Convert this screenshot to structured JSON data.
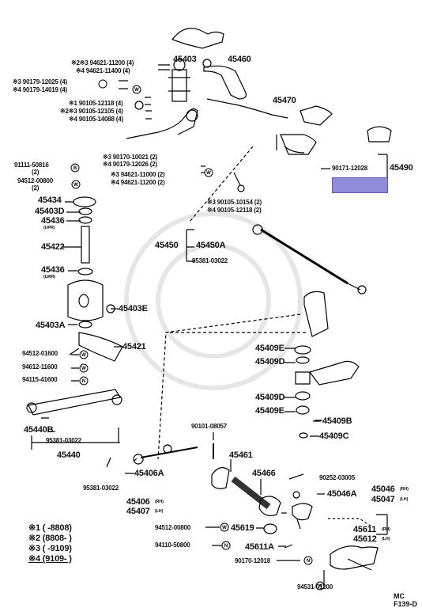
{
  "diagram_code": "MC F139-D",
  "labels": {
    "p45403": "45403",
    "p45460": "45460",
    "s94621_11200_4": "※2※3 94621-11200 (4)",
    "s94621_11400_4": "※4 94621-11400 (4)",
    "s90179_12025_4": "※3 90179-12025 (4)",
    "s90179_14019_4": "※4 90179-14019 (4)",
    "p45470": "45470",
    "s90105_12118_4": "※1 90105-12118 (4)",
    "s90105_12105_4": "※2※3 90105-12105 (4)",
    "s90105_14088_4": "※4 90105-14088 (4)",
    "s90170_10021_2": "※3 90170-10021 (2)",
    "s90179_12026_2": "※4 90179-12026 (2)",
    "p91111_50816": "91111-50816",
    "p91111_50816_qty": "(2)",
    "s94621_11000_2": "※3 94621-11000 (2)",
    "s94621_11200_2": "※4 94621-11200 (2)",
    "p90171_12028": "90171-12028",
    "p45490": "45490",
    "p94512_00800": "94512-00800",
    "p94512_00800_qty": "(2)",
    "p45434": "45434",
    "s90105_10154_2": "※3 90105-10154 (2)",
    "s90105_12118_2": "※4 90105-12118 (2)",
    "p45403D": "45403D",
    "p45436u": "45436",
    "p45436u_note": "(UPR)",
    "p45422": "45422",
    "p45450": "45450",
    "p45450A": "45450A",
    "p95381_03022a": "95381-03022",
    "p45436l": "45436",
    "p45436l_note": "(LWR)",
    "p45403E": "45403E",
    "p45403A": "45403A",
    "p45421": "45421",
    "p45409E1": "45409E",
    "p45409D1": "45409D",
    "p94512_01600": "94512-01600",
    "p94612_11600": "94612-11600",
    "p94115_41600": "94115-41600",
    "p45409D2": "45409D",
    "p45409E2": "45409E",
    "p45440B": "45440B",
    "p95381_03022b": "95381-03022",
    "p45440": "45440",
    "p45409B": "45409B",
    "p90101_08057": "90101-08057",
    "p45409C": "45409C",
    "p45461": "45461",
    "p45406A": "45406A",
    "p45466": "45466",
    "p90252_03005": "90252-03005",
    "p95381_03022c": "95381-03022",
    "p45046A": "45046A",
    "p45046": "45046",
    "p45046_note": "(RH)",
    "p45047": "45047",
    "p45047_note": "(LH)",
    "p45406": "45406",
    "p45406_note": "(RH)",
    "p45407": "45407",
    "p45407_note": "(LH)",
    "p94512_00800b": "94512-00800",
    "p45619": "45619",
    "p45611": "45611",
    "p45611_note": "(RH)",
    "p45612": "45612",
    "p45612_note": "(LH)",
    "p94110_50800": "94110-50800",
    "p45611A": "45611A",
    "p90170_12018": "90170-12018",
    "p94531_01200": "94531-01200"
  },
  "legend": {
    "row1": "※1 (          -8808)",
    "row2": "※2 (8808-          )",
    "row3": "※3 (          -9109)",
    "row4": "※4 (9109-          )"
  },
  "callout_letters": {
    "W": "W",
    "B": "B",
    "N": "N"
  }
}
